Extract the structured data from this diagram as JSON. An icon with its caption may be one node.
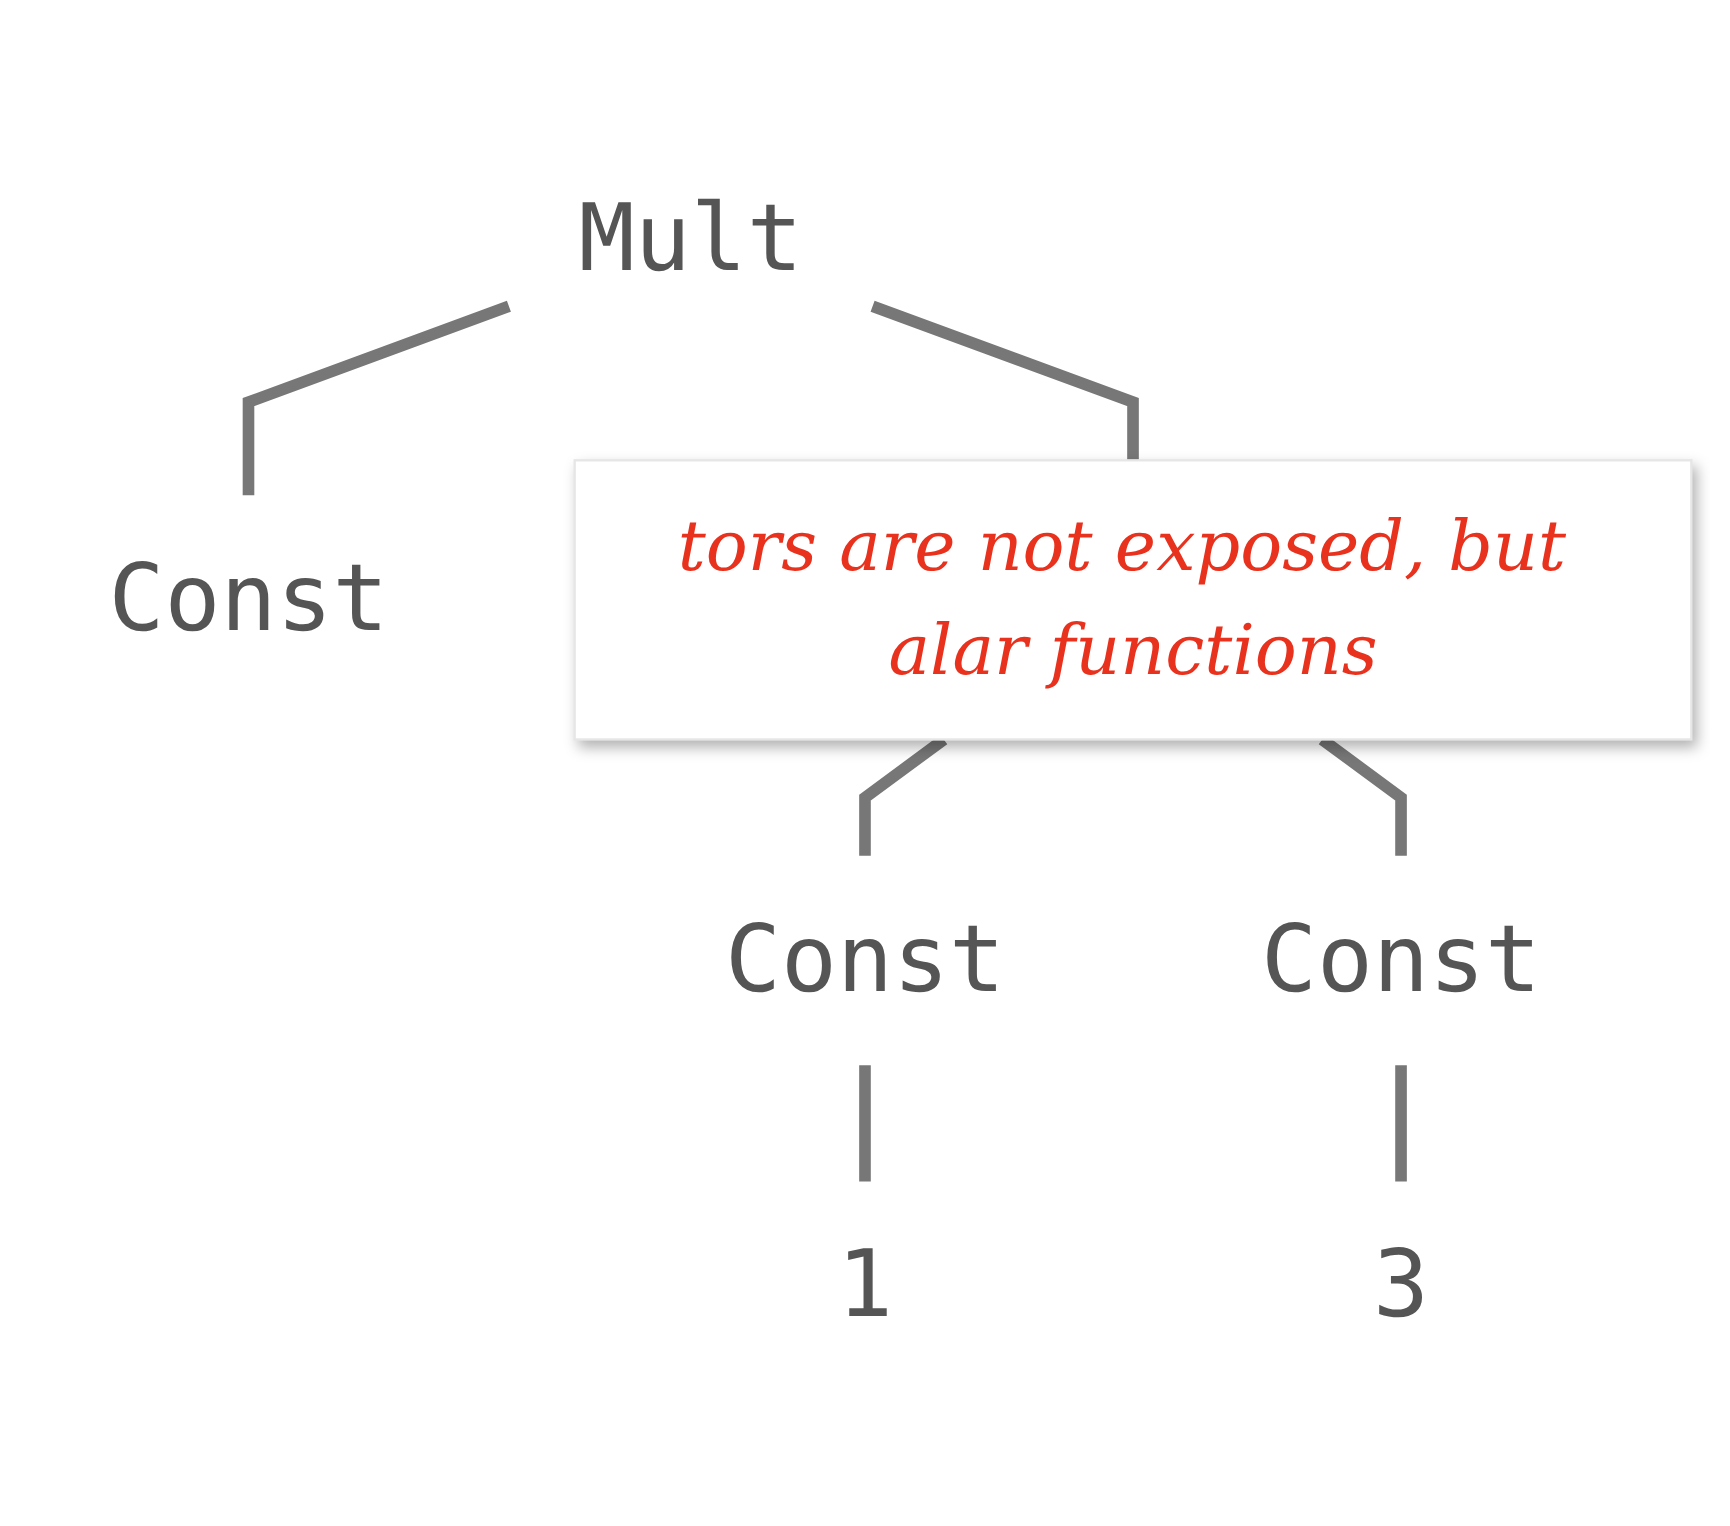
{
  "diagram": {
    "nodes": [
      {
        "text": [
          "Mult"
        ]
      },
      {
        "text": [
          "Const"
        ]
      },
      {
        "text": [
          "tors are not exposed, but alar functions"
        ]
      },
      {
        "text": [
          "Const"
        ]
      },
      {
        "text": [
          "Const"
        ]
      },
      {
        "text": [
          "1"
        ]
      },
      {
        "text": [
          "3"
        ]
      }
    ],
    "edges": [
      {
        "from": 0,
        "to": 2,
        "arrow": "none"
      },
      {
        "from": 0,
        "to": 1,
        "arrow": "none"
      },
      {
        "from": 2,
        "to": 3,
        "arrow": "none"
      },
      {
        "from": 2,
        "to": 4,
        "arrow": "none"
      },
      {
        "from": 3,
        "to": 5,
        "arrow": "none"
      },
      {
        "from": 4,
        "to": 6,
        "arrow": "none"
      }
    ]
  }
}
